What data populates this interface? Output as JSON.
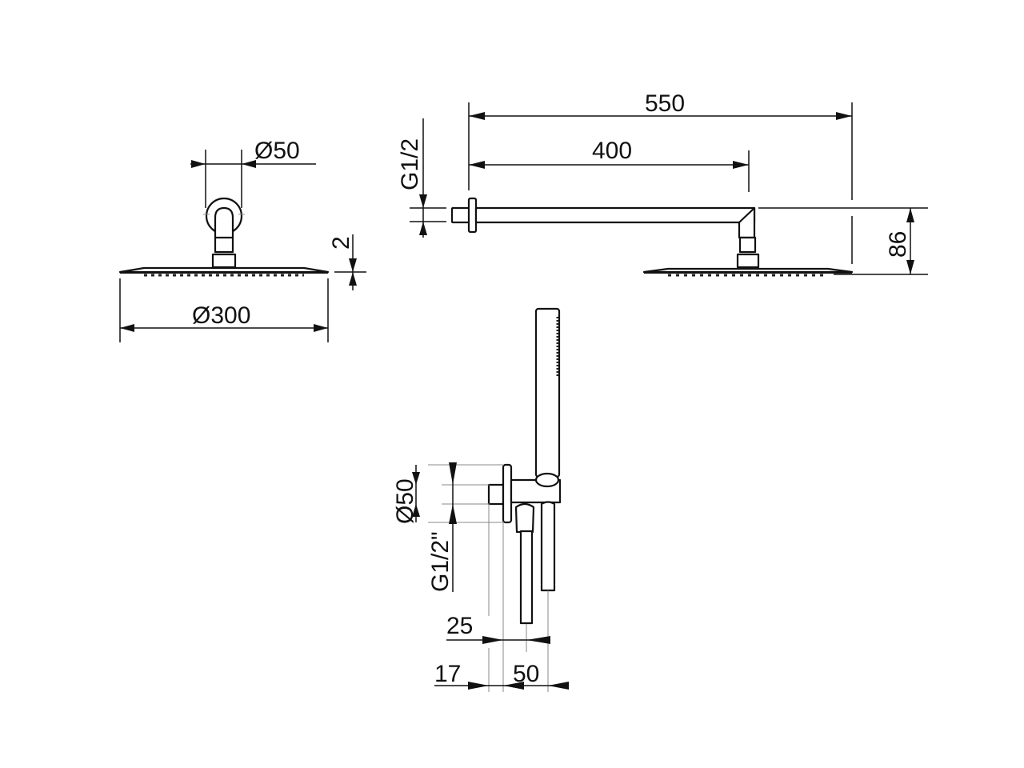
{
  "drawing": {
    "background": "#ffffff",
    "line_color": "#111111",
    "views": {
      "front_view": {
        "label": "shower-head-front-view",
        "dimensions": {
          "arm_diameter": "Ø50",
          "head_diameter": "Ø300",
          "head_thickness": "2"
        }
      },
      "side_view": {
        "label": "shower-arm-side-view",
        "dimensions": {
          "thread": "G1/2",
          "overall_length": "550",
          "arm_length": "400",
          "height": "86"
        }
      },
      "hand_shower_view": {
        "label": "hand-shower-wall-outlet-view",
        "dimensions": {
          "flange_diameter": "Ø50",
          "thread": "G1/2\"",
          "depth_25": "25",
          "depth_17": "17",
          "depth_50": "50"
        }
      }
    }
  }
}
